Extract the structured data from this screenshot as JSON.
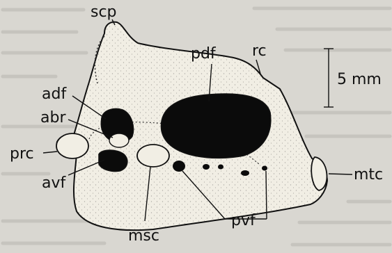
{
  "figure": {
    "labels": {
      "scp": "scp",
      "rc": "rc",
      "pdf": "pdf",
      "adf": "adf",
      "abr": "abr",
      "prc": "prc",
      "avf": "avf",
      "msc": "msc",
      "pvf": "pvf",
      "mtc": "mtc"
    },
    "scale_bar": {
      "label": "5 mm"
    }
  },
  "colors": {
    "background": "#d9d7d1",
    "bone_fill": "#f1eee4",
    "ink": "#111111"
  }
}
